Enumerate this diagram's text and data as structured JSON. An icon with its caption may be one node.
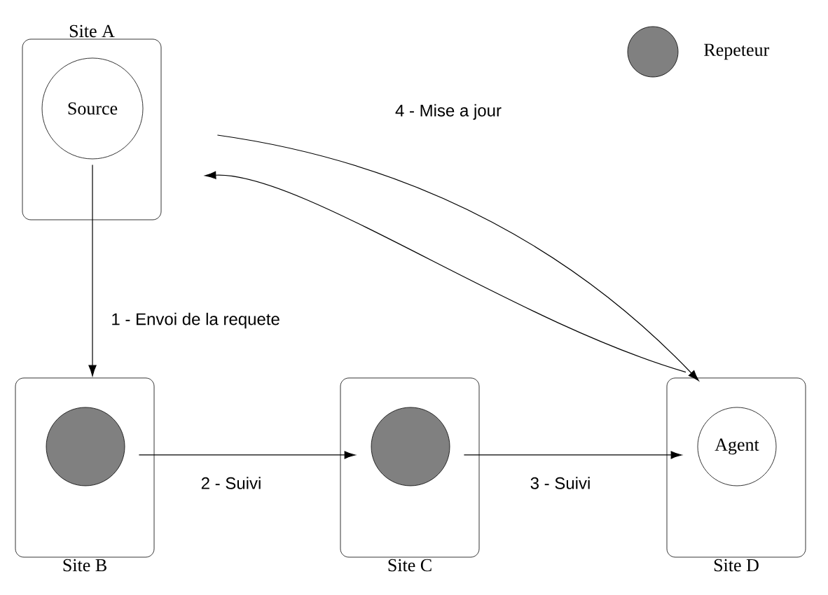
{
  "diagram": {
    "nodes": [
      {
        "text": [
          "Site A"
        ]
      },
      {
        "text": [
          "Source"
        ],
        "in": 0
      },
      {
        "text": [
          "Site B"
        ]
      },
      {
        "text": [],
        "shape": "circle",
        "in": 2
      },
      {
        "text": [
          "Site C"
        ]
      },
      {
        "text": [],
        "shape": "circle",
        "in": 4
      },
      {
        "text": [
          "Site D"
        ]
      },
      {
        "text": [
          "Agent"
        ],
        "in": 6
      }
    ],
    "edges": [
      {
        "from": 1,
        "to": 2,
        "arrow": "to",
        "label": "1 - Envoi de la requete"
      },
      {
        "from": 3,
        "to": 5,
        "arrow": "to",
        "label": "2 - Suivi"
      },
      {
        "from": 5,
        "to": 7,
        "arrow": "to",
        "label": "3 - Suivi"
      },
      {
        "from": 0,
        "to": 6,
        "arrow": "to",
        "label": "4 - Mise a jour"
      },
      {
        "from": 6,
        "to": 0,
        "arrow": "to"
      }
    ],
    "legend": [
      {
        "text": "Repeteur",
        "color": "#808080"
      }
    ]
  }
}
